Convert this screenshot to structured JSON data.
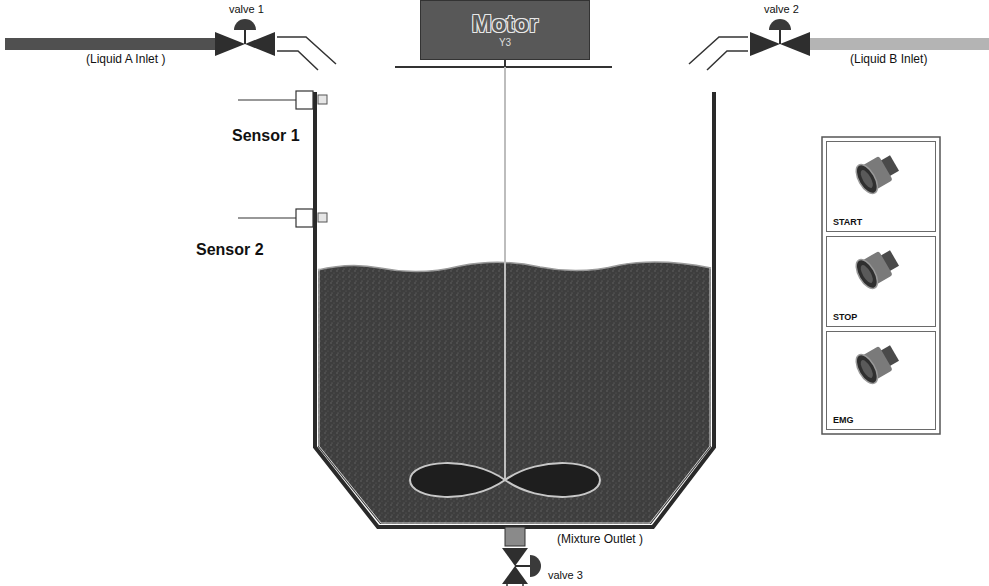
{
  "diagram": {
    "nodes": [
      {
        "text": [
          "Motor",
          "Y3"
        ]
      },
      {
        "text": [
          "START"
        ]
      },
      {
        "text": [
          "STOP"
        ]
      },
      {
        "text": [
          "EMG"
        ]
      }
    ],
    "labels": [
      "valve 1",
      "(Liquid A Inlet )",
      "valve 2",
      "(Liquid B Inlet)",
      "Sensor 1",
      "Sensor 2",
      "(Mixture Outlet )",
      "valve 3"
    ]
  }
}
